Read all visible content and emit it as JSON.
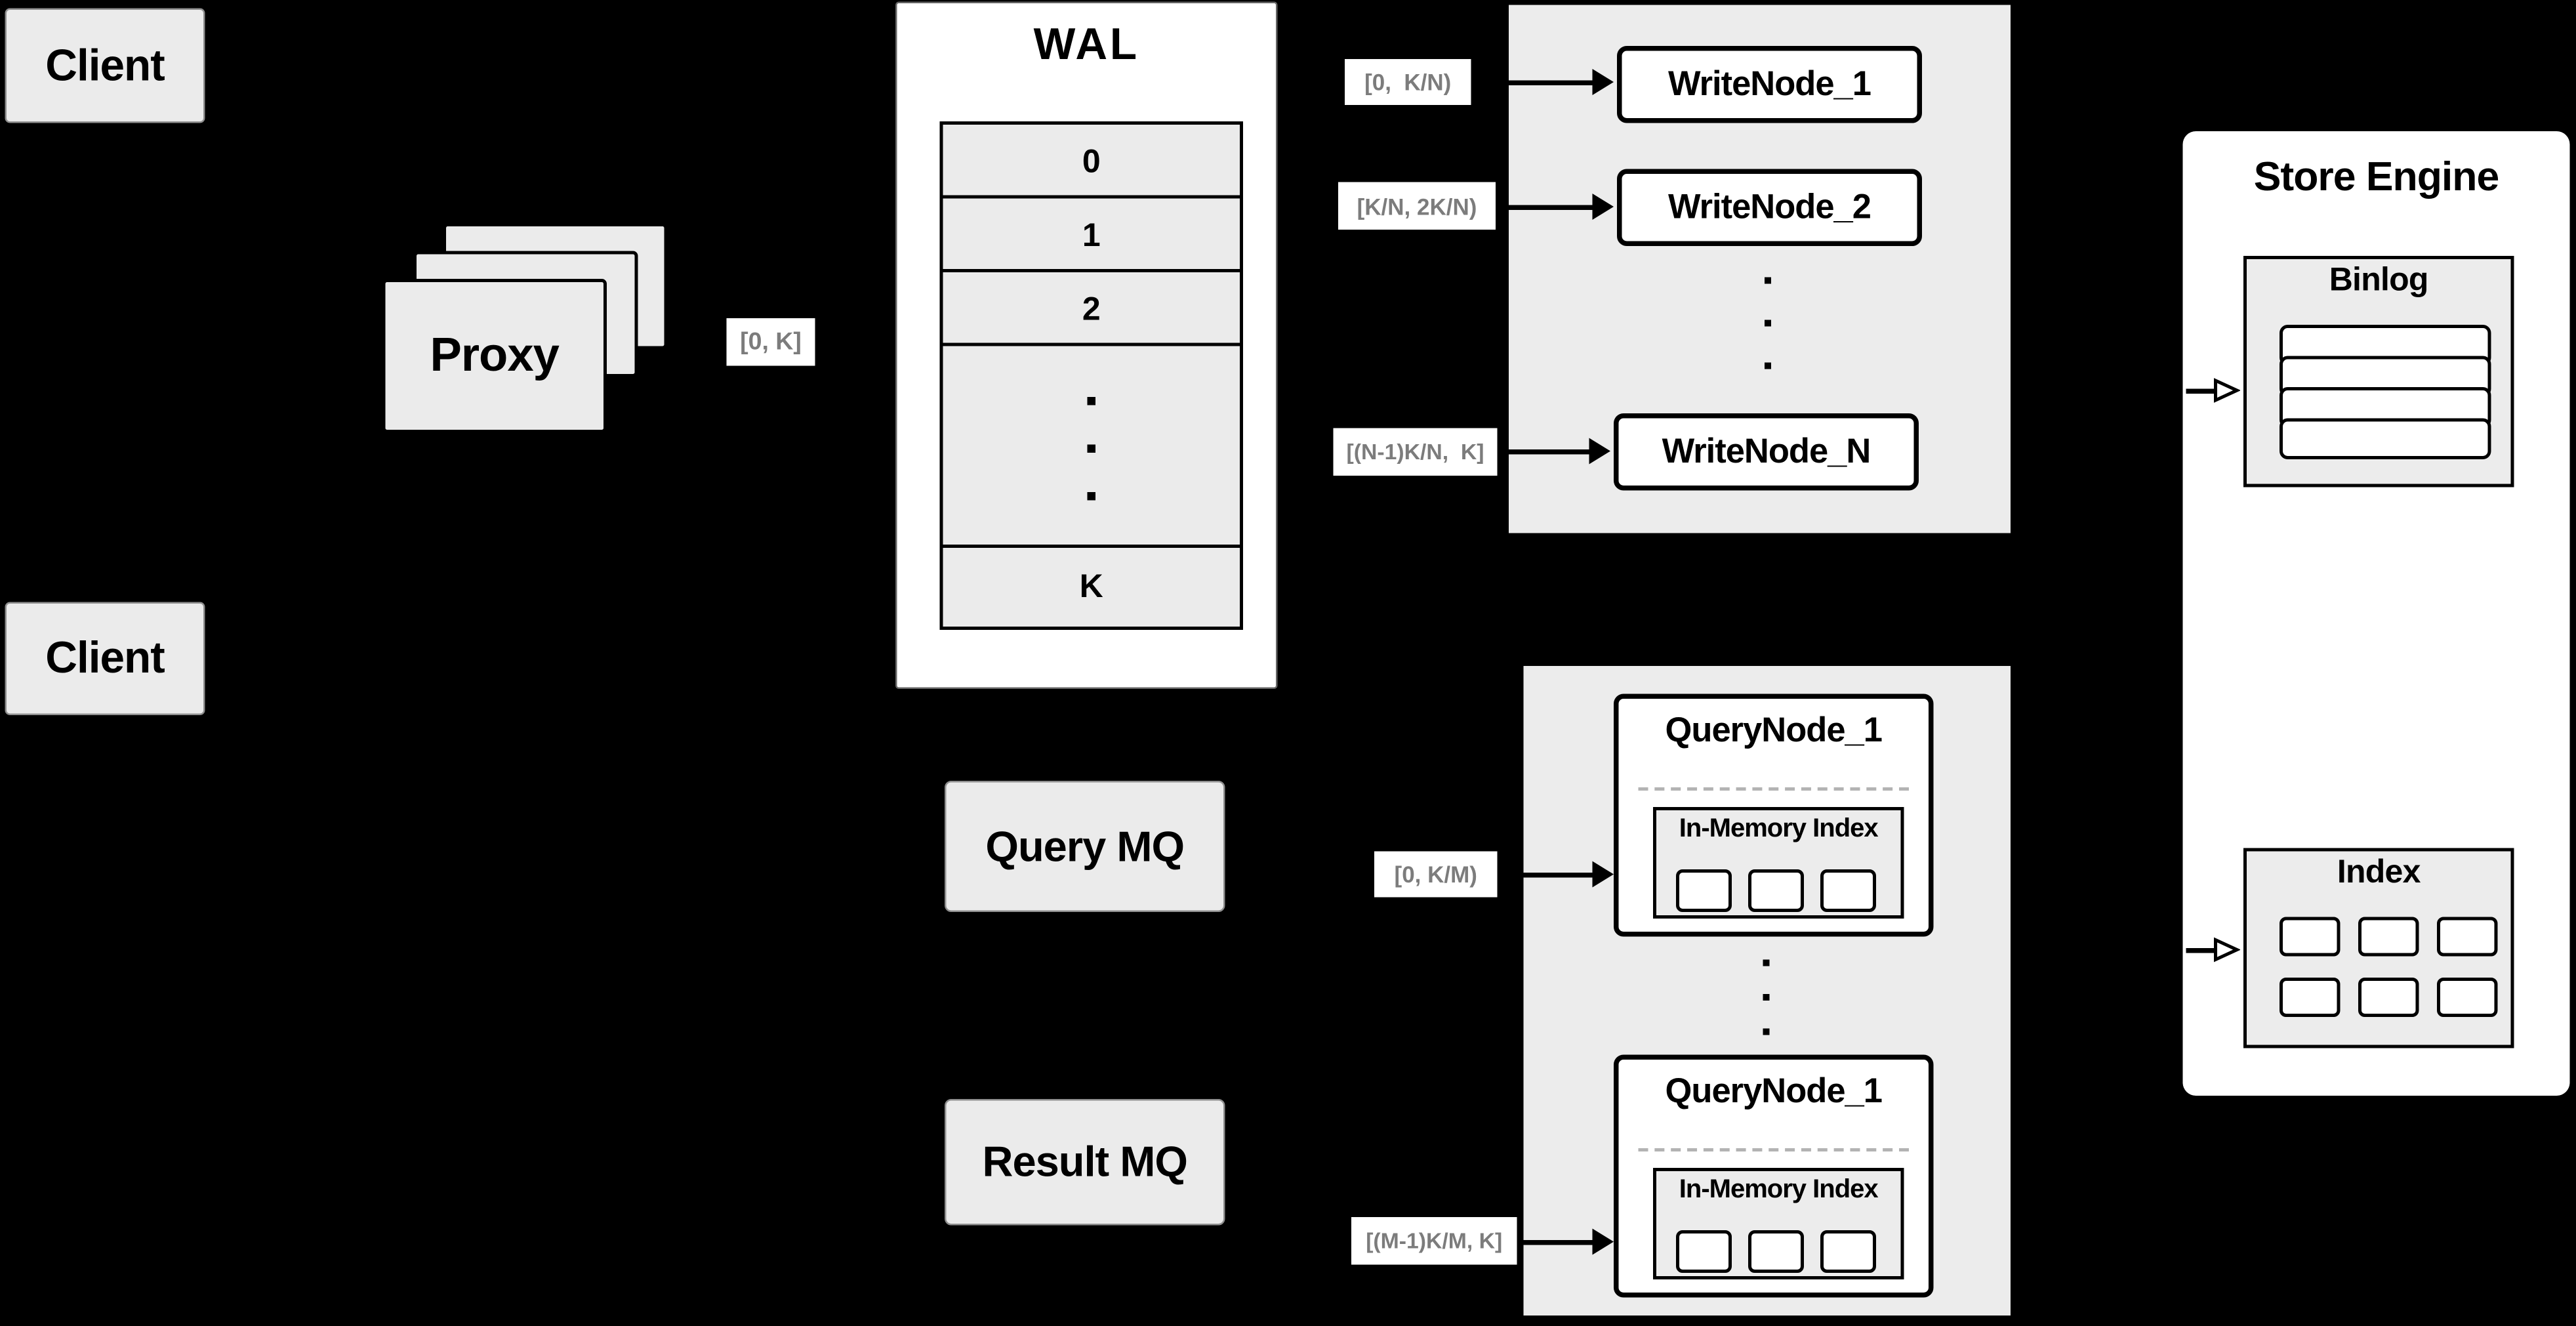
{
  "diagram": {
    "colors": {
      "background": "#000000",
      "box_fill": "#ebebeb",
      "panel_fill": "#ececec",
      "node_fill": "#ffffff",
      "line": "#000000",
      "chip_text": "#7c7c7c"
    },
    "clients": {
      "top_label": "Client",
      "bottom_label": "Client"
    },
    "proxy": {
      "label": "Proxy"
    },
    "chips": {
      "proxy_range": "[0, K]",
      "write_1": "[0,  K/N)",
      "write_2": "[K/N, 2K/N)",
      "write_n": "[(N-1)K/N,  K]",
      "query_1": "[0, K/M)",
      "query_m": "[(M-1)K/M, K]"
    },
    "wal": {
      "title": "WAL",
      "row_0": "0",
      "row_1": "1",
      "row_2": "2",
      "row_last": "K"
    },
    "write_nodes": {
      "node_1": "WriteNode_1",
      "node_2": "WriteNode_2",
      "node_n": "WriteNode_N"
    },
    "store_engine": {
      "title": "Store Engine",
      "binlog_title": "Binlog",
      "binlog_row_count": 4,
      "index_title": "Index",
      "index_cell_count": 6
    },
    "mq": {
      "query": "Query MQ",
      "result": "Result MQ"
    },
    "query_nodes": {
      "node_top_title": "QueryNode_1",
      "node_top_inner_title": "In-Memory Index",
      "node_bottom_title": "QueryNode_1",
      "node_bottom_inner_title": "In-Memory Index"
    }
  }
}
